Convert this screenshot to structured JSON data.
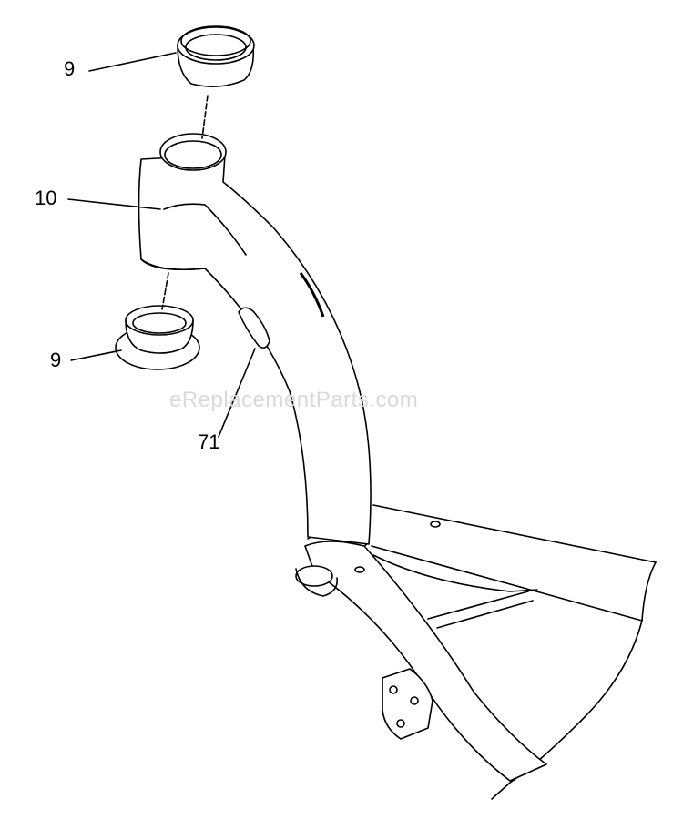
{
  "callouts": {
    "bushing_top": "9",
    "upright_tube": "10",
    "bushing_bottom": "9",
    "slot_cover": "71"
  },
  "watermark": "eReplacementParts.com",
  "colors": {
    "line": "#000000",
    "background": "#ffffff",
    "watermark": "#d9d9d9"
  }
}
